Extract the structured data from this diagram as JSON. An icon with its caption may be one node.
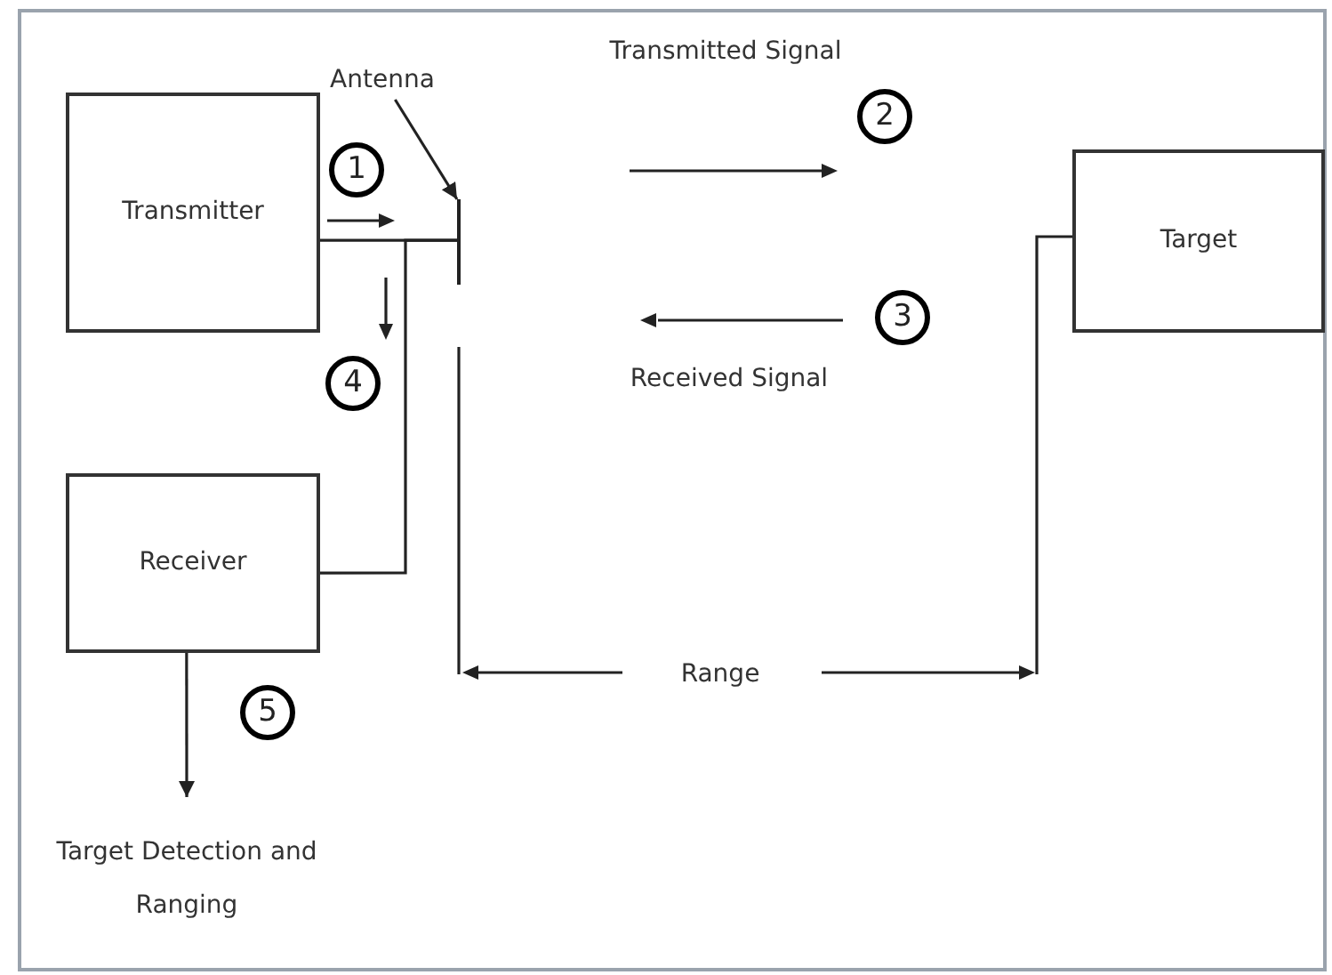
{
  "diagram": {
    "nodes": [
      {
        "text": [
          "Antenna"
        ]
      },
      {
        "text": [
          "1"
        ]
      },
      {
        "text": [
          "2"
        ]
      },
      {
        "text": [
          "Transmitter"
        ]
      },
      {
        "text": [],
        "shape": "bar"
      },
      {
        "text": [
          "Target"
        ]
      },
      {
        "text": [
          "3"
        ]
      },
      {
        "text": [
          "4"
        ]
      },
      {
        "text": [
          "Receiver"
        ]
      },
      {
        "text": [
          "5"
        ]
      },
      {
        "text": [
          "Target Detection and Ranging"
        ]
      }
    ],
    "edges": [
      {
        "from": 0,
        "to": 4,
        "arrow": "to"
      },
      {
        "from": 3,
        "to": 4,
        "arrow": "none"
      },
      {
        "from": 8,
        "to": 4,
        "arrow": "none"
      },
      {
        "from": 8,
        "to": 10,
        "arrow": "to"
      }
    ],
    "labels": [
      "Transmitted Signal",
      "Received Signal",
      "Range"
    ]
  }
}
